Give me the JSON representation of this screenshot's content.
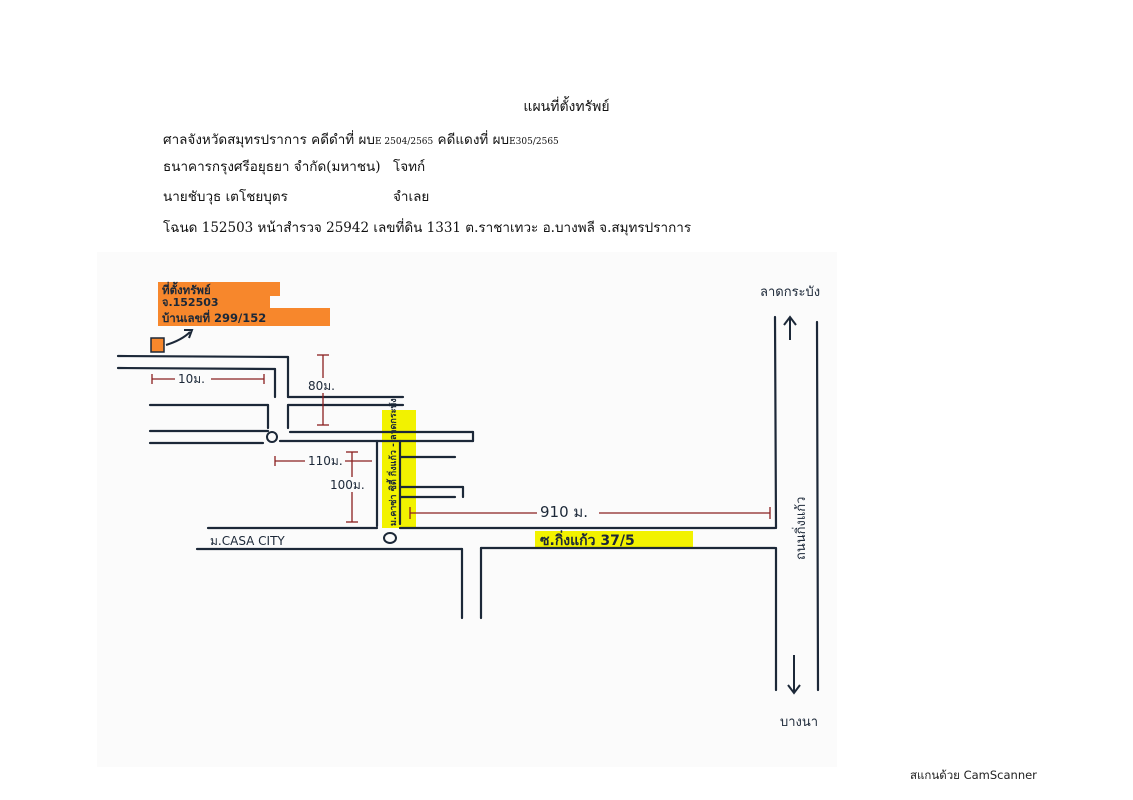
{
  "header": {
    "title": "แผนที่ตั้งทรัพย์",
    "court_line": {
      "prefix": "ศาลจังหวัดสมุทรปราการ คดีดำที่ ผบ",
      "black_no": "E 2504/2565",
      "mid": " คดีแดงที่ ผบ",
      "red_no": "E305/2565"
    },
    "plaintiff_name": "ธนาคารกรุงศรีอยุธยา จำกัด(มหาชน)",
    "plaintiff_role": "โจทก์",
    "defendant_name": "นายชับวุธ เตโชยบุตร",
    "defendant_role": "จำเลย",
    "deed_line": "โฉนด 152503 หน้าสำรวจ 25942 เลขที่ดิน 1331 ต.ราชาเทวะ อ.บางพลี จ.สมุทรปราการ"
  },
  "map": {
    "property_label": {
      "line1": "ที่ตั้งทรัพย์",
      "line2": "จ.152503",
      "line3": "บ้านเลขที่ 299/152"
    },
    "north_dest": "ลาดกระบัง",
    "south_dest": "บางนา",
    "main_road": "ถนนกิ่งแก้ว",
    "soi_label": "ซ.กิ่งแก้ว 37/5",
    "village_label": "ม.CASA CITY",
    "vertical_soi": "ม.คาซ่า ซิตี้ กิ่งแก้ว - ลาดกระบัง",
    "distances": {
      "d1": "10ม.",
      "d2": "80ม.",
      "d3": "110ม.",
      "d4": "100ม.",
      "d5": "910 ม."
    },
    "colors": {
      "highlight_orange": "#f7872c",
      "highlight_yellow": "#f2f200",
      "ink": "#1c2838",
      "dimension_red": "#8a2020"
    }
  },
  "footer": "สแกนด้วย CamScanner"
}
